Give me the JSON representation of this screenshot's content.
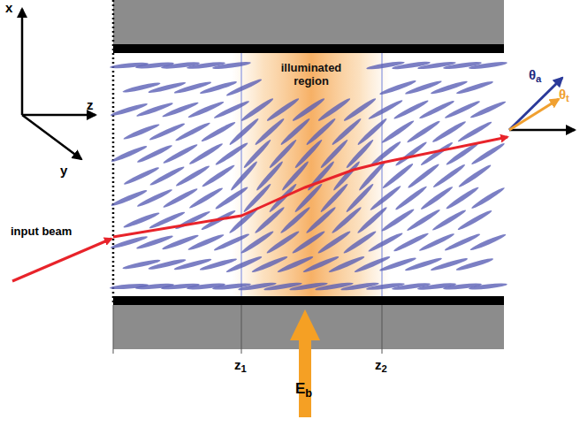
{
  "diagram": {
    "nodes": [
      {
        "text": [
          "illuminated region"
        ]
      }
    ],
    "labels": [
      "x",
      "z",
      "y",
      "input beam",
      "z1",
      "z2",
      "θa",
      "θt",
      "Eb"
    ]
  }
}
